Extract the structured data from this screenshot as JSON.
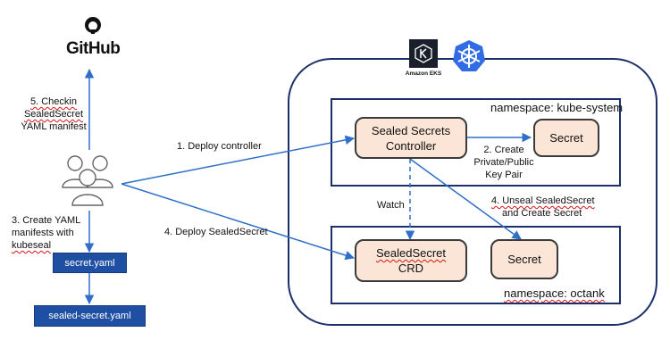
{
  "github": {
    "label": "GitHub"
  },
  "eks": {
    "label": "Amazon EKS"
  },
  "namespaces": {
    "kube_system": "namespace: kube-system",
    "octank": "namespace: octank"
  },
  "nodes": {
    "controller": {
      "line1": "Sealed Secrets",
      "line2": "Controller"
    },
    "secret_top": "Secret",
    "sealedsecret_crd": {
      "line1": "SealedSecret",
      "line2": "CRD"
    },
    "secret_bottom": "Secret",
    "secret_yaml": "secret.yaml",
    "sealed_secret_yaml": "sealed-secret.yaml"
  },
  "edges": {
    "step1": "1. Deploy controller",
    "step2": {
      "line1": "2. Create",
      "line2": "Private/Public",
      "line3": "Key Pair"
    },
    "step3": {
      "line1": "3. Create YAML",
      "line2": "manifests with",
      "line3": "kubeseal"
    },
    "step4a": "4. Deploy SealedSecret",
    "step4b": {
      "line1": "4. Unseal SealedSecret",
      "line2": "and Create Secret"
    },
    "step5": {
      "line1": "5. Checkin",
      "line2": "SealedSecret",
      "line3": "YAML manifest"
    },
    "watch": "Watch"
  },
  "colors": {
    "arrow": "#2f6fc9",
    "node_fill": "#fbe5d6",
    "file_fill": "#1f4fa3",
    "eks_fill": "#1a1f2b",
    "k8s_fill": "#326ce5"
  }
}
